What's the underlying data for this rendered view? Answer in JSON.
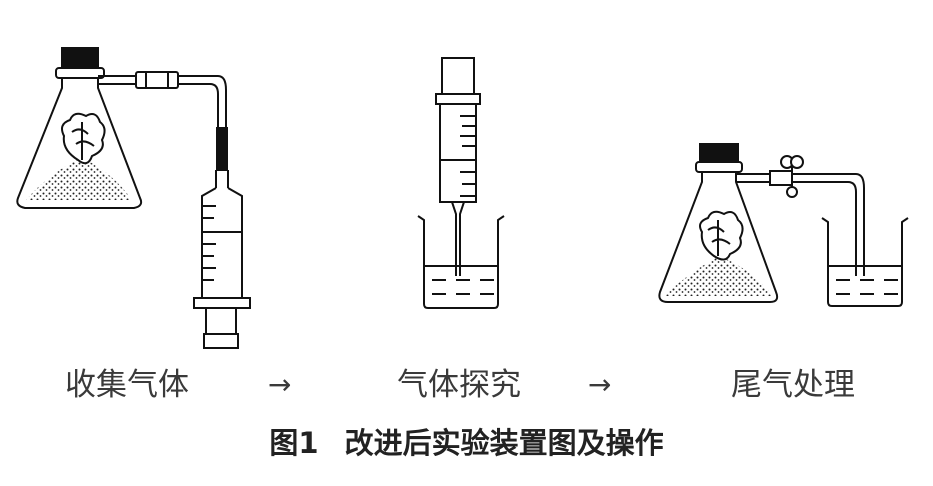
{
  "steps": [
    {
      "label": "收集气体"
    },
    {
      "label": "气体探究"
    },
    {
      "label": "尾气处理"
    }
  ],
  "arrows": [
    "→",
    "→"
  ],
  "caption": {
    "number": "图1",
    "title": "改进后实验装置图及操作"
  }
}
